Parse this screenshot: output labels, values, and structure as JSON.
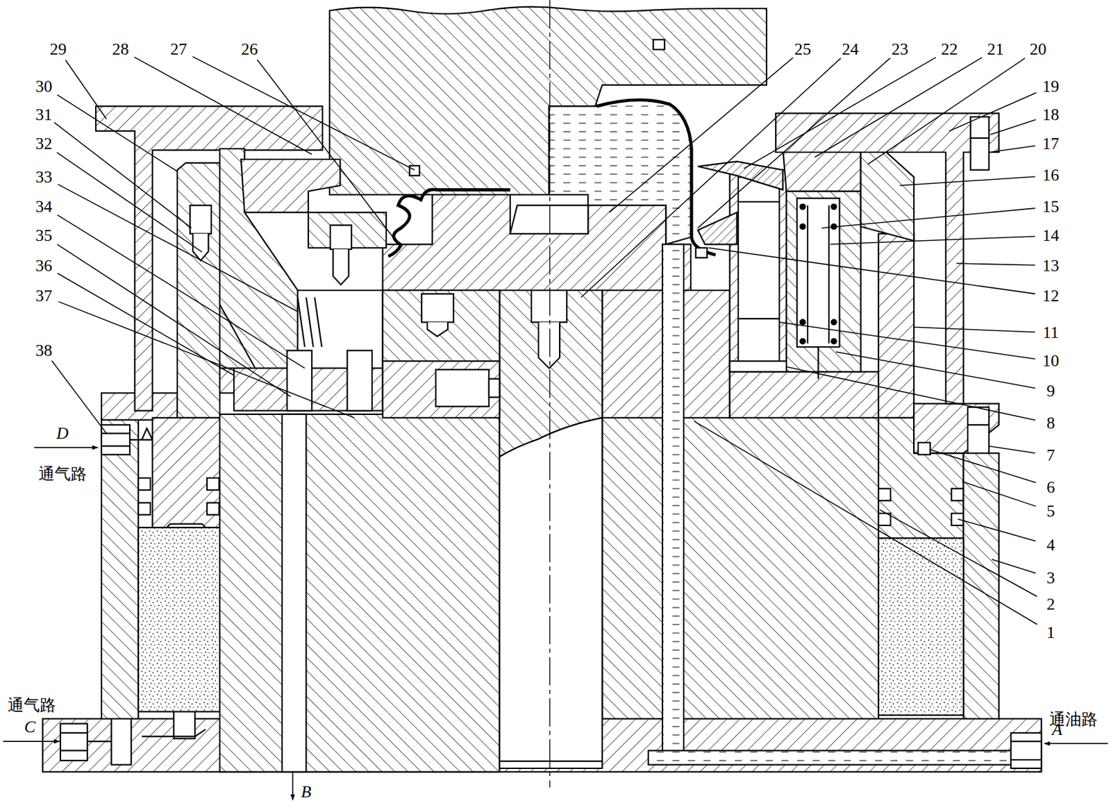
{
  "diagram": {
    "labels": [
      "29",
      "28",
      "27",
      "26",
      "25",
      "24",
      "23",
      "22",
      "21",
      "20",
      "19",
      "18",
      "17",
      "16",
      "15",
      "14",
      "13",
      "12",
      "11",
      "10",
      "9",
      "8",
      "7",
      "6",
      "5",
      "4",
      "3",
      "2",
      "1",
      "30",
      "31",
      "32",
      "33",
      "34",
      "35",
      "36",
      "37",
      "38",
      "D",
      "通气路",
      "通气路",
      "C",
      "B",
      "通油路",
      "A"
    ]
  }
}
